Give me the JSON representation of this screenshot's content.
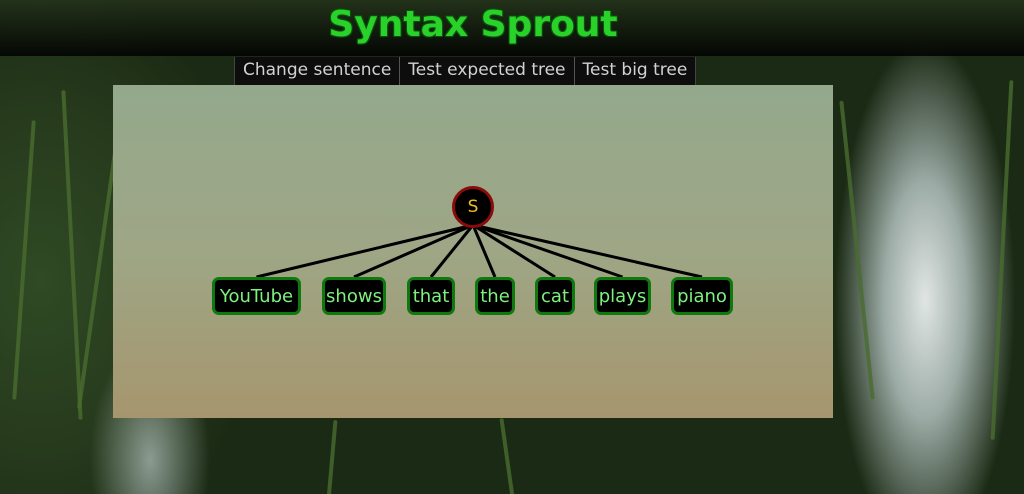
{
  "header": {
    "title": "Syntax Sprout"
  },
  "toolbar": {
    "buttons": [
      {
        "label": "Change sentence"
      },
      {
        "label": "Test expected tree"
      },
      {
        "label": "Test big tree"
      }
    ]
  },
  "tree": {
    "root": {
      "label": "S"
    },
    "words": [
      {
        "label": "YouTube"
      },
      {
        "label": "shows"
      },
      {
        "label": "that"
      },
      {
        "label": "the"
      },
      {
        "label": "cat"
      },
      {
        "label": "plays"
      },
      {
        "label": "piano"
      }
    ]
  },
  "colors": {
    "title": "#2ad12a",
    "root_fill": "#000000",
    "root_border": "#8b0a0a",
    "root_text": "#f0c020",
    "word_fill": "#000000",
    "word_border": "#0e7a0e",
    "word_text": "#7ef07e",
    "edge": "#000000"
  }
}
